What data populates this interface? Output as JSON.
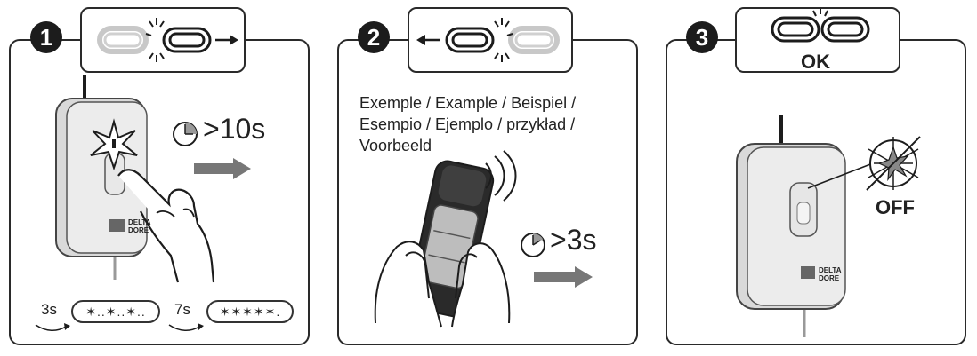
{
  "panel1": {
    "number": "1",
    "timer": ">10s",
    "logo": "DELTA DORE",
    "seq1_time": "3s",
    "seq1_pattern": "✶..✶..✶..",
    "seq2_time": "7s",
    "seq2_pattern": "✶✶✶✶✶."
  },
  "panel2": {
    "number": "2",
    "example_text": "Exemple / Example / Beispiel / Esempio / Ejemplo / przykład / Voorbeeld",
    "timer": ">3s"
  },
  "panel3": {
    "number": "3",
    "ok_label": "OK",
    "off_label": "OFF",
    "logo": "DELTA DORE"
  },
  "icons": [
    "chain-link-icon",
    "clock-icon",
    "arrow-right-icon",
    "hand-icon",
    "remote-icon",
    "signal-waves-icon",
    "flash-icon"
  ]
}
